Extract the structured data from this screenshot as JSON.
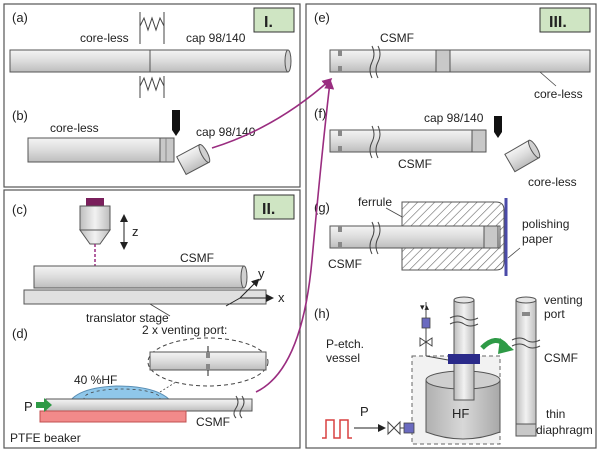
{
  "panels": {
    "I": "I.",
    "II": "II.",
    "III": "III."
  },
  "sub": {
    "a": "(a)",
    "b": "(b)",
    "c": "(c)",
    "d": "(d)",
    "e": "(e)",
    "f": "(f)",
    "g": "(g)",
    "h": "(h)"
  },
  "labels": {
    "a_coreless": "core-less",
    "a_cap": "cap 98/140",
    "b_coreless": "core-less",
    "b_cap": "cap 98/140",
    "c_z": "z",
    "c_csmf": "CSMF",
    "c_y": "y",
    "c_x": "x",
    "c_stage": "translator stage",
    "d_vent": "2 x venting port:",
    "d_hf": "40 %HF",
    "d_p": "P",
    "d_csmf": "CSMF",
    "d_beaker": "PTFE beaker",
    "e_csmf": "CSMF",
    "e_coreless": "core-less",
    "f_cap": "cap 98/140",
    "f_csmf": "CSMF",
    "f_coreless": "core-less",
    "g_ferrule": "ferrule",
    "g_polishing1": "polishing",
    "g_polishing2": "paper",
    "g_csmf": "CSMF",
    "h_venting1": "venting",
    "h_venting2": "port",
    "h_petch1": "P-etch.",
    "h_petch2": "vessel",
    "h_csmf": "CSMF",
    "h_hf": "HF",
    "h_p": "P",
    "h_thin": "thin",
    "h_diaphragm": "diaphragm"
  },
  "colors": {
    "frame": "#555555",
    "roman_bg": "#cfe5c3",
    "arrow": "#9a2d80",
    "green_arrow": "#2e9a46",
    "hf_liquid": "#8fc7ea",
    "beaker": "#f28a8a",
    "pulse": "#d94040",
    "polish": "#4a4aa8",
    "laser": "#7a1f5c"
  }
}
